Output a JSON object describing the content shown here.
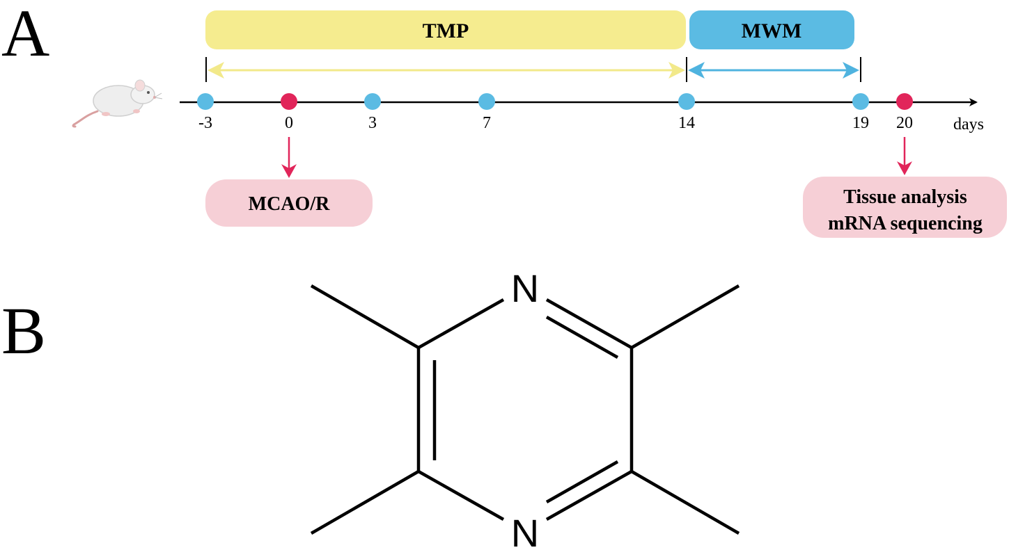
{
  "panels": {
    "a_label": "A",
    "b_label": "B"
  },
  "timeline": {
    "bars": [
      {
        "label": "TMP",
        "color": "#f5ec8f",
        "arrow_color": "#f2e98a"
      },
      {
        "label": "MWM",
        "color": "#5bbbe3",
        "arrow_color": "#4fb3df"
      }
    ],
    "axis_unit": "days",
    "points": [
      {
        "day": "-3",
        "color": "#5bbbe3"
      },
      {
        "day": "0",
        "color": "#e1255a"
      },
      {
        "day": "3",
        "color": "#5bbbe3"
      },
      {
        "day": "7",
        "color": "#5bbbe3"
      },
      {
        "day": "14",
        "color": "#5bbbe3"
      },
      {
        "day": "19",
        "color": "#5bbbe3"
      },
      {
        "day": "20",
        "color": "#e1255a"
      }
    ],
    "events": [
      {
        "day": "0",
        "lines": [
          "MCAO/R"
        ],
        "color": "#f6cfd6"
      },
      {
        "day": "20",
        "lines": [
          "Tissue analysis",
          "mRNA sequencing"
        ],
        "color": "#f6cfd6"
      }
    ],
    "event_arrow_color": "#e1255a",
    "animal_icon": "mouse-icon"
  },
  "molecule": {
    "atom_top": "N",
    "atom_bottom": "N"
  }
}
